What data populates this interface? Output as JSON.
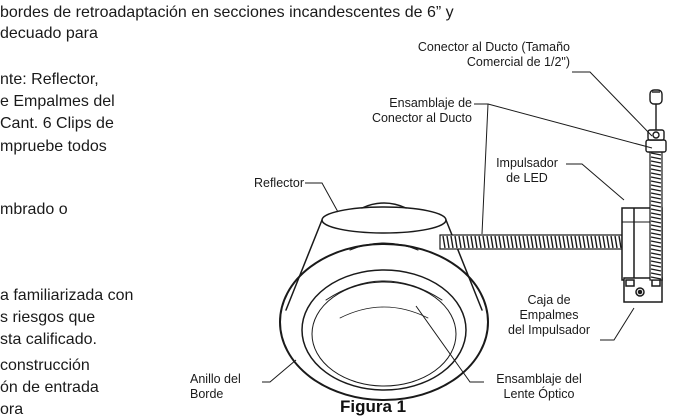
{
  "body_text": {
    "lines": [
      "bordes de retroadaptación en secciones incandescentes de 6” y",
      "decuado para",
      "nte: Reflector,",
      "e Empalmes del",
      "Cant. 6 Clips de",
      "mpruebe todos",
      "mbrado o",
      "a familiarizada con",
      "s riesgos que",
      "sta calificado.",
      "construcción",
      "ón de entrada",
      "ora"
    ]
  },
  "figure": {
    "title": "Figura 1",
    "labels": {
      "connector": [
        "Conector al Ducto (Tamaño",
        "Comercial de 1/2\")"
      ],
      "conduit_assembly": [
        "Ensamblaje de",
        "Conector al Ducto"
      ],
      "driver": [
        "Impulsador",
        "de LED"
      ],
      "reflector": "Reflector",
      "junction_box": [
        "Caja de",
        "Empalmes",
        "del Impulsador"
      ],
      "trim_ring": [
        "Anillo del",
        "Borde"
      ],
      "optic_lens": [
        "Ensamblaje del",
        "Lente Óptico"
      ]
    }
  },
  "colors": {
    "ink": "#1a1a1a",
    "paper": "#ffffff"
  }
}
